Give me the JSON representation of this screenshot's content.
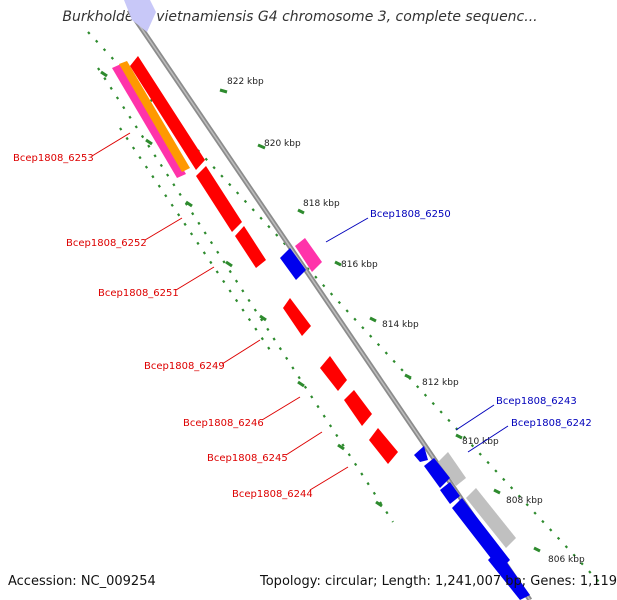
{
  "title": "Burkholderia vietnamiensis G4 chromosome 3, complete sequenc...",
  "footer": {
    "accession": "Accession: NC_009254",
    "summary": "Topology: circular; Length: 1,241,007 bp; Genes: 1,119"
  },
  "colors": {
    "backbone": "#8c8c8c",
    "tick_dots": "#2e8b2e",
    "label_red": "#dd0000",
    "label_blue": "#0000bb",
    "gene_red": "#ff0000",
    "gene_blue": "#0000ee",
    "gene_grey": "#c0c0c0",
    "gene_magenta": "#ff33aa",
    "gene_orange": "#ff9900"
  },
  "ticks": [
    "822 kbp",
    "820 kbp",
    "818 kbp",
    "816 kbp",
    "814 kbp",
    "812 kbp",
    "810 kbp",
    "808 kbp",
    "806 kbp"
  ],
  "gene_labels": [
    {
      "text": "Bcep1808_6253",
      "color": "red"
    },
    {
      "text": "Bcep1808_6252",
      "color": "red"
    },
    {
      "text": "Bcep1808_6251",
      "color": "red"
    },
    {
      "text": "Bcep1808_6249",
      "color": "red"
    },
    {
      "text": "Bcep1808_6246",
      "color": "red"
    },
    {
      "text": "Bcep1808_6245",
      "color": "red"
    },
    {
      "text": "Bcep1808_6244",
      "color": "red"
    },
    {
      "text": "Bcep1808_6250",
      "color": "blue"
    },
    {
      "text": "Bcep1808_6243",
      "color": "blue"
    },
    {
      "text": "Bcep1808_6242",
      "color": "blue"
    }
  ]
}
